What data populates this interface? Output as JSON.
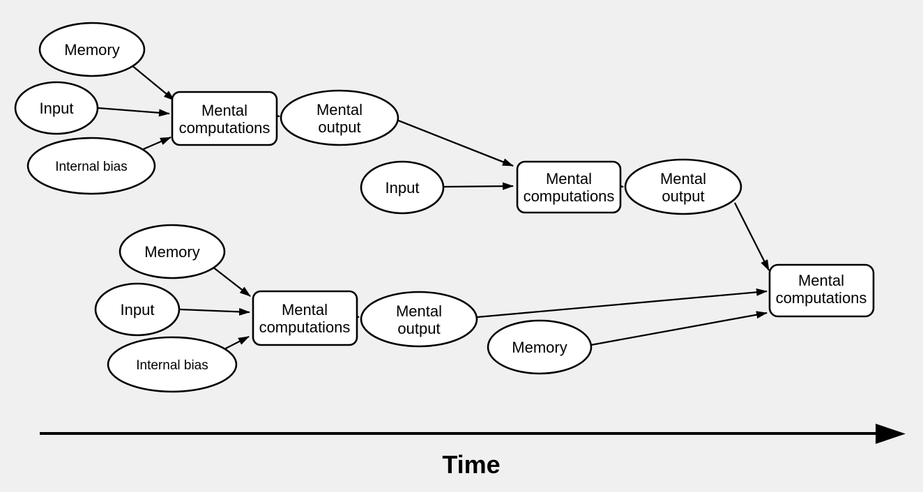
{
  "diagram": {
    "background_color": "#f0f0f0",
    "node_fill_color": "#ffffff",
    "line_color": "#000000",
    "nodes": {
      "memory_1": {
        "shape": "ellipse",
        "label": "Memory"
      },
      "input_1": {
        "shape": "ellipse",
        "label": "Input"
      },
      "internal_bias_1": {
        "shape": "ellipse",
        "label": "Internal bias"
      },
      "computations_1": {
        "shape": "rounded-rectangle",
        "label_line1": "Mental",
        "label_line2": "computations"
      },
      "output_1": {
        "shape": "ellipse",
        "label_line1": "Mental",
        "label_line2": "output"
      },
      "input_2": {
        "shape": "ellipse",
        "label": "Input"
      },
      "computations_2": {
        "shape": "rounded-rectangle",
        "label_line1": "Mental",
        "label_line2": "computations"
      },
      "output_2": {
        "shape": "ellipse",
        "label_line1": "Mental",
        "label_line2": "output"
      },
      "memory_2": {
        "shape": "ellipse",
        "label": "Memory"
      },
      "input_3": {
        "shape": "ellipse",
        "label": "Input"
      },
      "internal_bias_2": {
        "shape": "ellipse",
        "label": "Internal bias"
      },
      "computations_3": {
        "shape": "rounded-rectangle",
        "label_line1": "Mental",
        "label_line2": "computations"
      },
      "output_3": {
        "shape": "ellipse",
        "label_line1": "Mental",
        "label_line2": "output"
      },
      "memory_3": {
        "shape": "ellipse",
        "label": "Memory"
      },
      "computations_4": {
        "shape": "rounded-rectangle",
        "label_line1": "Mental",
        "label_line2": "computations"
      }
    },
    "edges": [
      {
        "from": "memory_1",
        "to": "computations_1"
      },
      {
        "from": "input_1",
        "to": "computations_1"
      },
      {
        "from": "internal_bias_1",
        "to": "computations_1"
      },
      {
        "from": "computations_1",
        "to": "output_1"
      },
      {
        "from": "output_1",
        "to": "computations_2"
      },
      {
        "from": "input_2",
        "to": "computations_2"
      },
      {
        "from": "computations_2",
        "to": "output_2"
      },
      {
        "from": "output_2",
        "to": "computations_4"
      },
      {
        "from": "memory_2",
        "to": "computations_3"
      },
      {
        "from": "input_3",
        "to": "computations_3"
      },
      {
        "from": "internal_bias_2",
        "to": "computations_3"
      },
      {
        "from": "computations_3",
        "to": "output_3"
      },
      {
        "from": "output_3",
        "to": "computations_4"
      },
      {
        "from": "memory_3",
        "to": "computations_4"
      }
    ],
    "time_axis": {
      "label": "Time"
    }
  }
}
